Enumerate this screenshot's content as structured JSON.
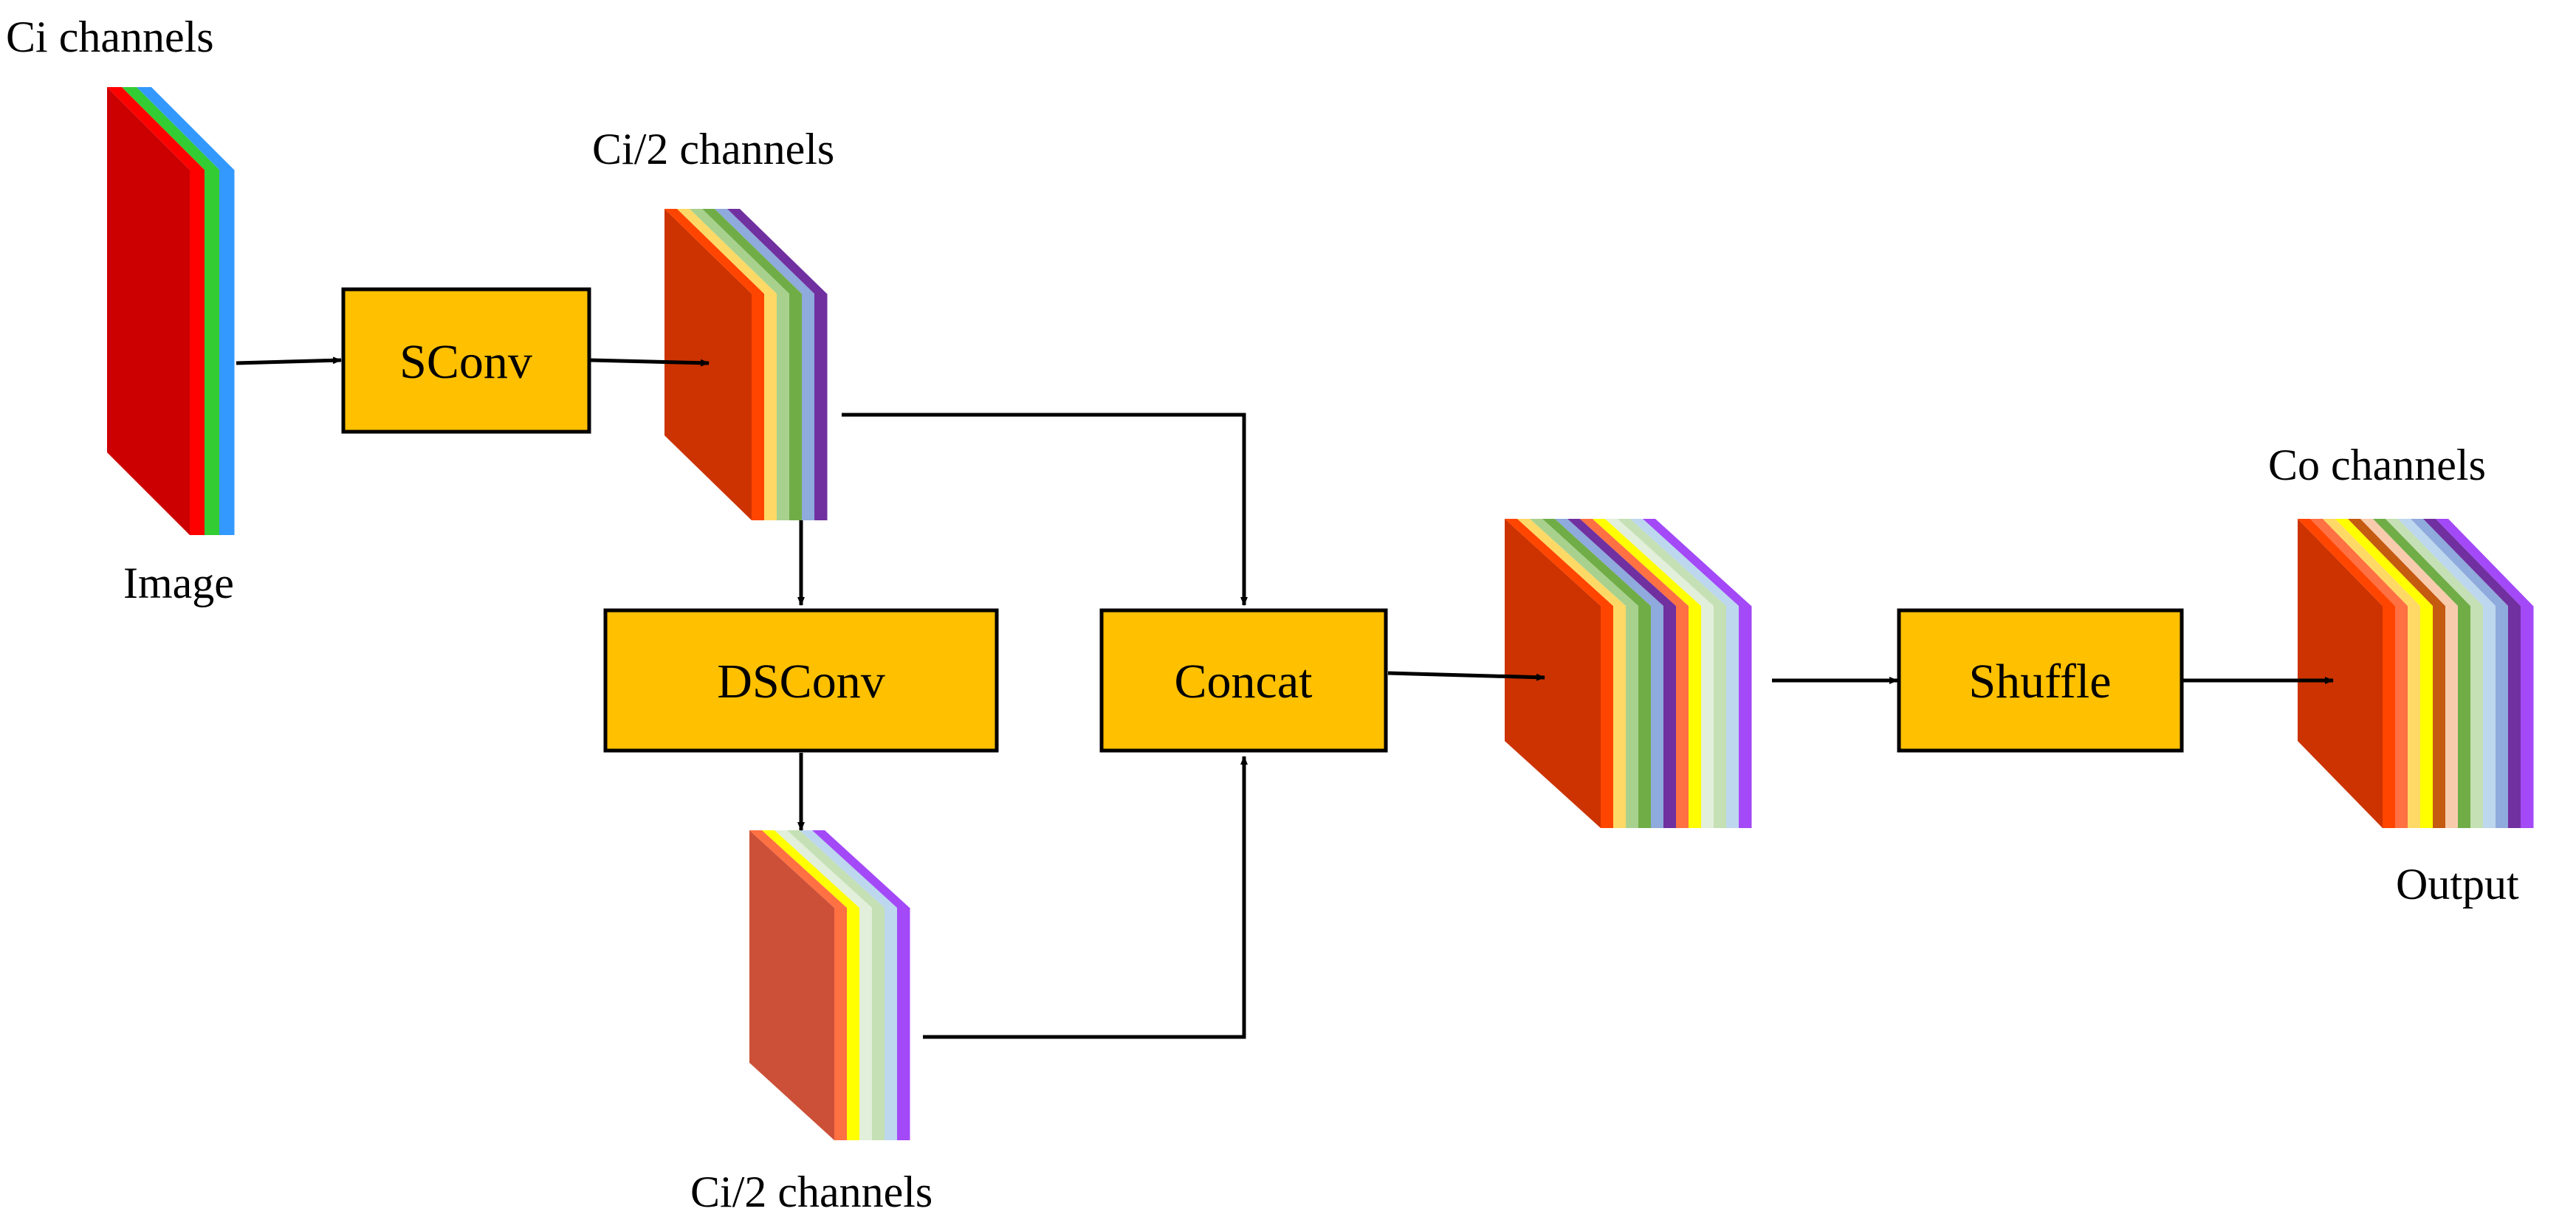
{
  "labels": {
    "input_channels": "Ci channels",
    "input_name": "Image",
    "half_channels_top": "Ci/2 channels",
    "half_channels_bottom": "Ci/2 channels",
    "output_channels": "Co channels",
    "output_name": "Output"
  },
  "blocks": {
    "sconv": "SConv",
    "dsconv": "DSConv",
    "concat": "Concat",
    "shuffle": "Shuffle"
  },
  "colors": {
    "block_fill": "#FFC000",
    "arrow": "#000000"
  },
  "feature_maps": {
    "input": [
      "#CC0000",
      "#FF0000",
      "#33CC33",
      "#3399FF"
    ],
    "sconv_out": [
      "#CC3300",
      "#FF4500",
      "#FFD966",
      "#A9D18E",
      "#70AD47",
      "#8FAADC",
      "#7030A0"
    ],
    "dsconv_out": [
      "#CC5037",
      "#FF7043",
      "#FFFF00",
      "#E2EFDA",
      "#C5E0B4",
      "#BDD7EE",
      "#A349F7"
    ],
    "concat_out": [
      "#CC3300",
      "#FF4500",
      "#FFD966",
      "#A9D18E",
      "#70AD47",
      "#8FAADC",
      "#7030A0",
      "#FF7043",
      "#FFFF00",
      "#E2EFDA",
      "#C5E0B4",
      "#BDD7EE",
      "#A349F7"
    ],
    "shuffle_out": [
      "#CC3300",
      "#FF4500",
      "#FF7043",
      "#FFD966",
      "#FFFF00",
      "#C55A11",
      "#F8CBAD",
      "#70AD47",
      "#C5E0B4",
      "#BDD7EE",
      "#8FAADC",
      "#7030A0",
      "#A349F7"
    ]
  }
}
